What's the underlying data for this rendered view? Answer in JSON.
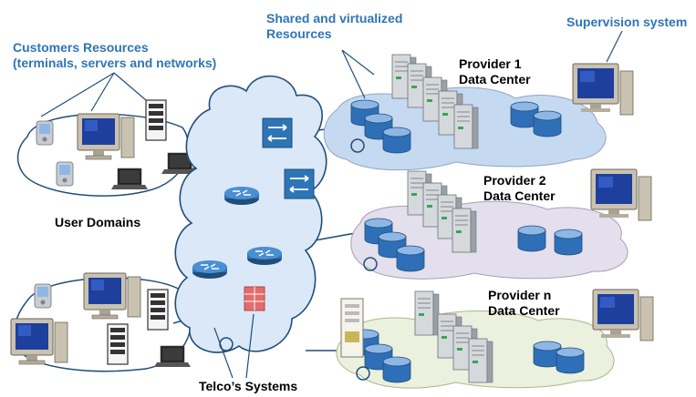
{
  "labels": {
    "customers_line1": "Customers Resources",
    "customers_line2": "(terminals, servers and networks)",
    "shared_line1": "Shared and virtualized",
    "shared_line2": "Resources",
    "supervision": "Supervision system",
    "provider1_line1": "Provider 1",
    "provider1_line2": "Data Center",
    "provider2_line1": "Provider 2",
    "provider2_line2": "Data Center",
    "providern_line1": "Provider n",
    "providern_line2": "Data Center",
    "user_domains": "User Domains",
    "telco_systems": "Telco’s Systems"
  },
  "colors": {
    "label_blue": "#2e75b6",
    "core_cloud": "#dbe8f7",
    "provider1_cloud": "#c5d9f1",
    "provider2_cloud": "#e4dfec",
    "providern_cloud": "#ebf1de",
    "link_line": "#1f4e79",
    "router_blue": "#2e75b6",
    "database_blue": "#4a86c8"
  },
  "icons": [
    "router-icon",
    "switch-icon",
    "firewall-icon",
    "server-rack-icon",
    "database-icon",
    "monitor-icon",
    "laptop-icon",
    "pda-icon"
  ]
}
